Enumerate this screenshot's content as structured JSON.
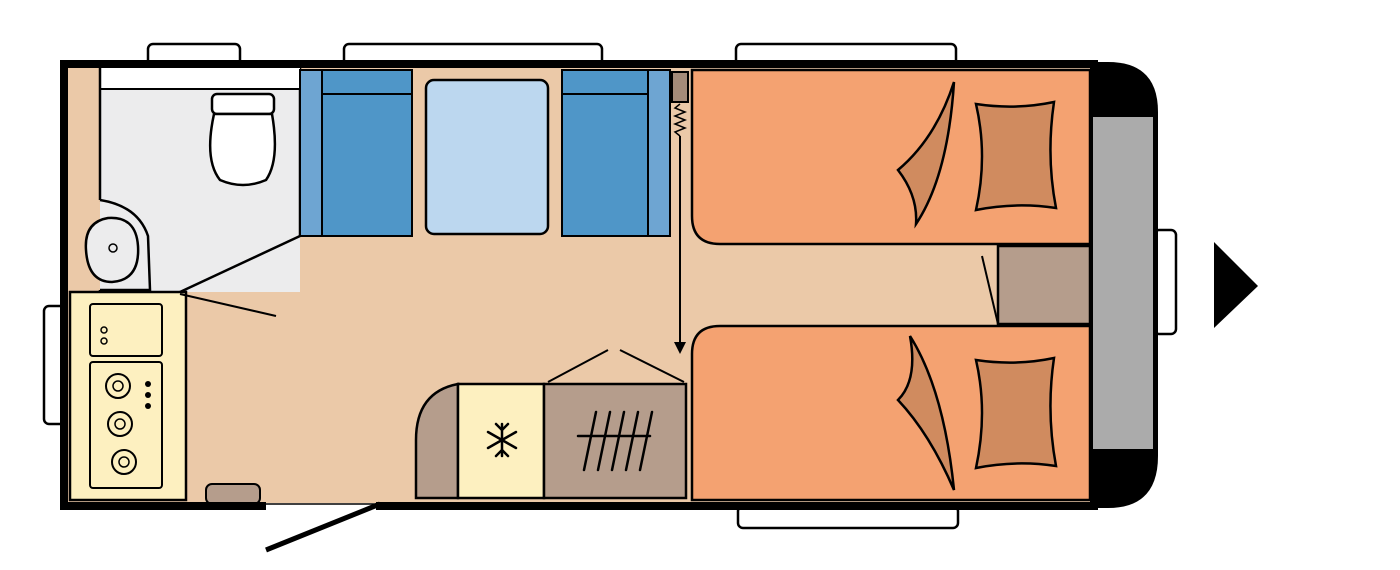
{
  "colors": {
    "background": "#ffffff",
    "outline": "#000000",
    "floor": "#ebc9a8",
    "bed": "#f4a271",
    "pillow": "#d08b5f",
    "seat_cushion": "#4f96c8",
    "seat_back": "#6ea5d2",
    "table": "#bcd7ef",
    "bathroom": "#ececed",
    "kitchen": "#fdf0c0",
    "fridge": "#fdf0c0",
    "cabinet": "#b59d8c",
    "spring_cabinet": "#a48b79",
    "gas_box": "#ababab"
  },
  "icons": {
    "fridge": "snowflake-icon",
    "wardrobe": "hanger-rack-icon",
    "direction": "travel-direction-arrow-icon"
  },
  "zones": [
    "bathroom",
    "toilet",
    "washbasin",
    "kitchenette",
    "stove",
    "sink",
    "dinette",
    "table",
    "fridge",
    "wardrobe",
    "single-bed-top",
    "single-bed-bottom",
    "bedside-cabinet",
    "gas-locker",
    "entrance-door"
  ]
}
